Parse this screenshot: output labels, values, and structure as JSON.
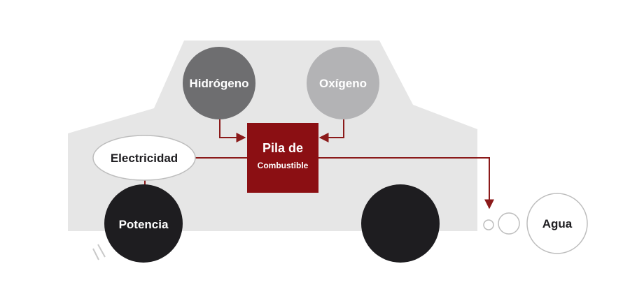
{
  "diagram": {
    "nodes": {
      "hydrogen": {
        "label": "Hidrógeno"
      },
      "oxygen": {
        "label": "Oxígeno"
      },
      "fuel_cell": {
        "label_line1": "Pila de",
        "label_line2": "Combustible"
      },
      "electricity": {
        "label": "Electricidad"
      },
      "power": {
        "label": "Potencia"
      },
      "water": {
        "label": "Agua"
      }
    },
    "edges": [
      {
        "from": "hydrogen",
        "to": "fuel_cell"
      },
      {
        "from": "oxygen",
        "to": "fuel_cell"
      },
      {
        "from": "fuel_cell",
        "to": "electricity"
      },
      {
        "from": "electricity",
        "to": "power"
      },
      {
        "from": "fuel_cell",
        "to": "water"
      }
    ],
    "colors": {
      "car_body": "#e6e6e6",
      "hydrogen": "#6e6e70",
      "oxygen": "#b3b3b5",
      "fuel_cell": "#8b0f13",
      "arrow": "#8b1a1a",
      "wheel": "#1e1d20",
      "outline": "#bdbdbd"
    }
  }
}
